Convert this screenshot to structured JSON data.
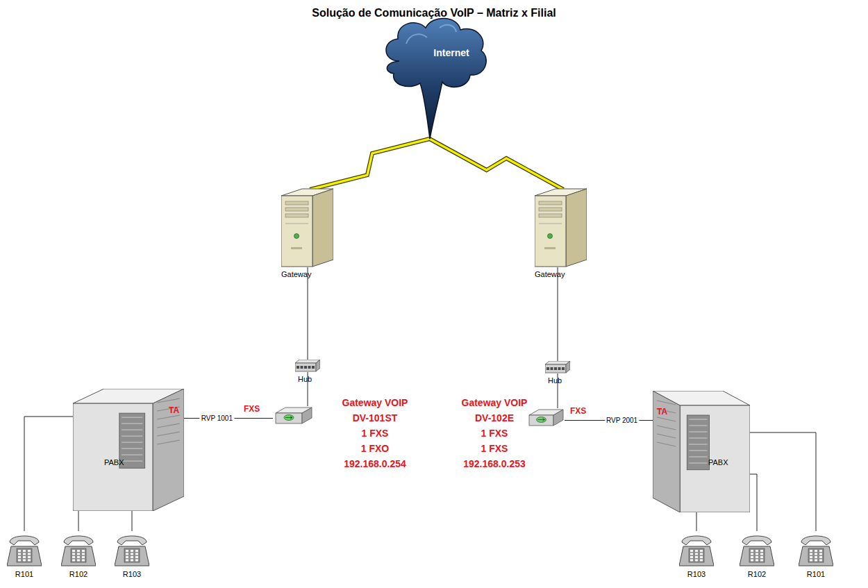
{
  "diagram": {
    "title": "Solução de Comunicação VoIP – Matriz x Filial",
    "nodes": [
      {
        "text": [
          "Internet"
        ]
      },
      {
        "text": [
          "Gateway"
        ]
      },
      {
        "text": [
          "Gateway"
        ]
      },
      {
        "text": [
          "Hub"
        ]
      },
      {
        "text": [
          "Hub"
        ]
      },
      {
        "text": [
          "FXS"
        ]
      },
      {
        "text": [
          "FXS"
        ]
      },
      {
        "text": [
          "PABX",
          "TA"
        ]
      },
      {
        "text": [
          "PABX",
          "TA"
        ]
      },
      {
        "text": [
          "R101"
        ]
      },
      {
        "text": [
          "R102"
        ]
      },
      {
        "text": [
          "R103"
        ]
      },
      {
        "text": [
          "R103"
        ]
      },
      {
        "text": [
          "R102"
        ]
      },
      {
        "text": [
          "R101"
        ]
      }
    ],
    "edges": [
      {
        "from": 0,
        "to": 1,
        "arrow": "none"
      },
      {
        "from": 0,
        "to": 2,
        "arrow": "none"
      },
      {
        "from": 1,
        "to": 3,
        "arrow": "none"
      },
      {
        "from": 2,
        "to": 4,
        "arrow": "none"
      },
      {
        "from": 3,
        "to": 5,
        "arrow": "none"
      },
      {
        "from": 4,
        "to": 6,
        "arrow": "none"
      },
      {
        "from": 7,
        "to": 5,
        "label": "RVP 1001",
        "arrow": "none"
      },
      {
        "from": 6,
        "to": 8,
        "label": "RVP 2001",
        "arrow": "none"
      },
      {
        "from": 7,
        "to": 9,
        "arrow": "none"
      },
      {
        "from": 7,
        "to": 10,
        "arrow": "none"
      },
      {
        "from": 7,
        "to": 11,
        "arrow": "none"
      },
      {
        "from": 8,
        "to": 12,
        "arrow": "none"
      },
      {
        "from": 8,
        "to": 13,
        "arrow": "none"
      },
      {
        "from": 8,
        "to": 14,
        "arrow": "none"
      }
    ],
    "labels": [
      "Gateway VOIP",
      "DV-101ST",
      "1 FXS",
      "1 FXO",
      "192.168.0.254",
      "Gateway VOIP",
      "DV-102E",
      "1 FXS",
      "1 FXS",
      "192.168.0.253"
    ]
  }
}
